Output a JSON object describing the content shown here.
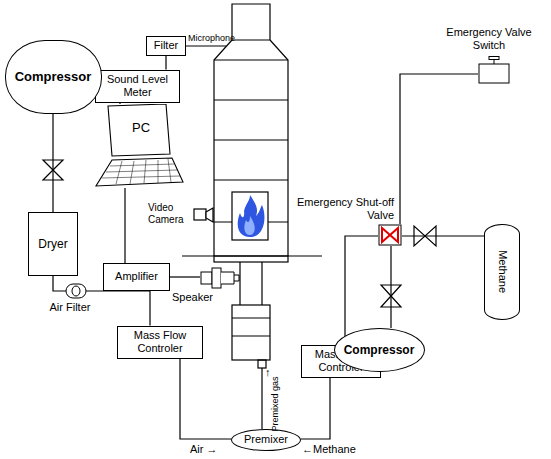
{
  "diagram": {
    "nodes": [
      {
        "text": [
          "Filter"
        ]
      },
      {
        "text": [
          "Sound Level Meter"
        ]
      },
      {
        "text": [
          "PC"
        ]
      },
      {
        "text": [
          "Compressor"
        ]
      },
      {
        "text": [
          "Dryer"
        ]
      },
      {
        "text": [
          "Air Filter"
        ]
      },
      {
        "text": [
          "Mass Flow Controler"
        ]
      },
      {
        "text": [
          "Amplifier"
        ]
      },
      {
        "text": [
          "Speaker"
        ]
      },
      {
        "text": [
          "Premixer"
        ]
      },
      {
        "text": [
          "Mass Flow Controler"
        ]
      },
      {
        "text": [
          "Emergency Valve Switch"
        ]
      },
      {
        "text": [
          "Emergency Shut-off Valve"
        ]
      },
      {
        "text": [
          "Methane"
        ]
      },
      {
        "text": [
          "Compressor"
        ]
      }
    ],
    "edges": [
      {
        "from": 0,
        "to": 1,
        "arrow": "none"
      },
      {
        "from": 1,
        "to": 2,
        "arrow": "none"
      },
      {
        "from": 2,
        "to": 7,
        "arrow": "none"
      },
      {
        "from": 7,
        "to": 8,
        "arrow": "none"
      },
      {
        "from": 3,
        "to": 4,
        "arrow": "none"
      },
      {
        "from": 4,
        "to": 5,
        "arrow": "none"
      },
      {
        "from": 5,
        "to": 6,
        "arrow": "none"
      },
      {
        "from": 6,
        "to": 9,
        "arrow": "none"
      },
      {
        "from": 9,
        "to": 10,
        "arrow": "none"
      },
      {
        "from": 10,
        "to": 12,
        "arrow": "none"
      },
      {
        "from": 12,
        "to": 13,
        "arrow": "none"
      },
      {
        "from": 12,
        "to": 14,
        "arrow": "none"
      },
      {
        "from": 12,
        "to": 11,
        "arrow": "none"
      }
    ],
    "labels": [
      "Microphone",
      "Video Camera",
      "Air →",
      "←Methane",
      "↑",
      "Premixed gas"
    ]
  }
}
